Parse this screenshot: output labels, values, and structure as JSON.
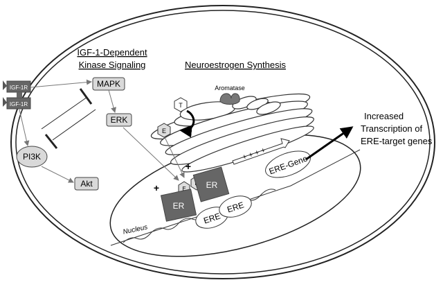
{
  "headings": {
    "igf": [
      "IGF-1-Dependent",
      "Kinase Signaling"
    ],
    "neuro": "Neuroestrogen Synthesis"
  },
  "labels": {
    "aromatase": "Aromatase",
    "receptor": "IGF-1R",
    "mapk": "MAPK",
    "erk": "ERK",
    "pi3k": "PI3K",
    "akt": "Akt",
    "testosterone": "T",
    "estrogen": "E",
    "er": "ER",
    "ere": "ERE",
    "ere_gene": "ERE-Gene",
    "nucleus": "Nucleus",
    "plus": "+",
    "plus_row": "+ + + +"
  },
  "outcome": [
    "Increased",
    "Transcription of",
    "ERE-target genes"
  ]
}
